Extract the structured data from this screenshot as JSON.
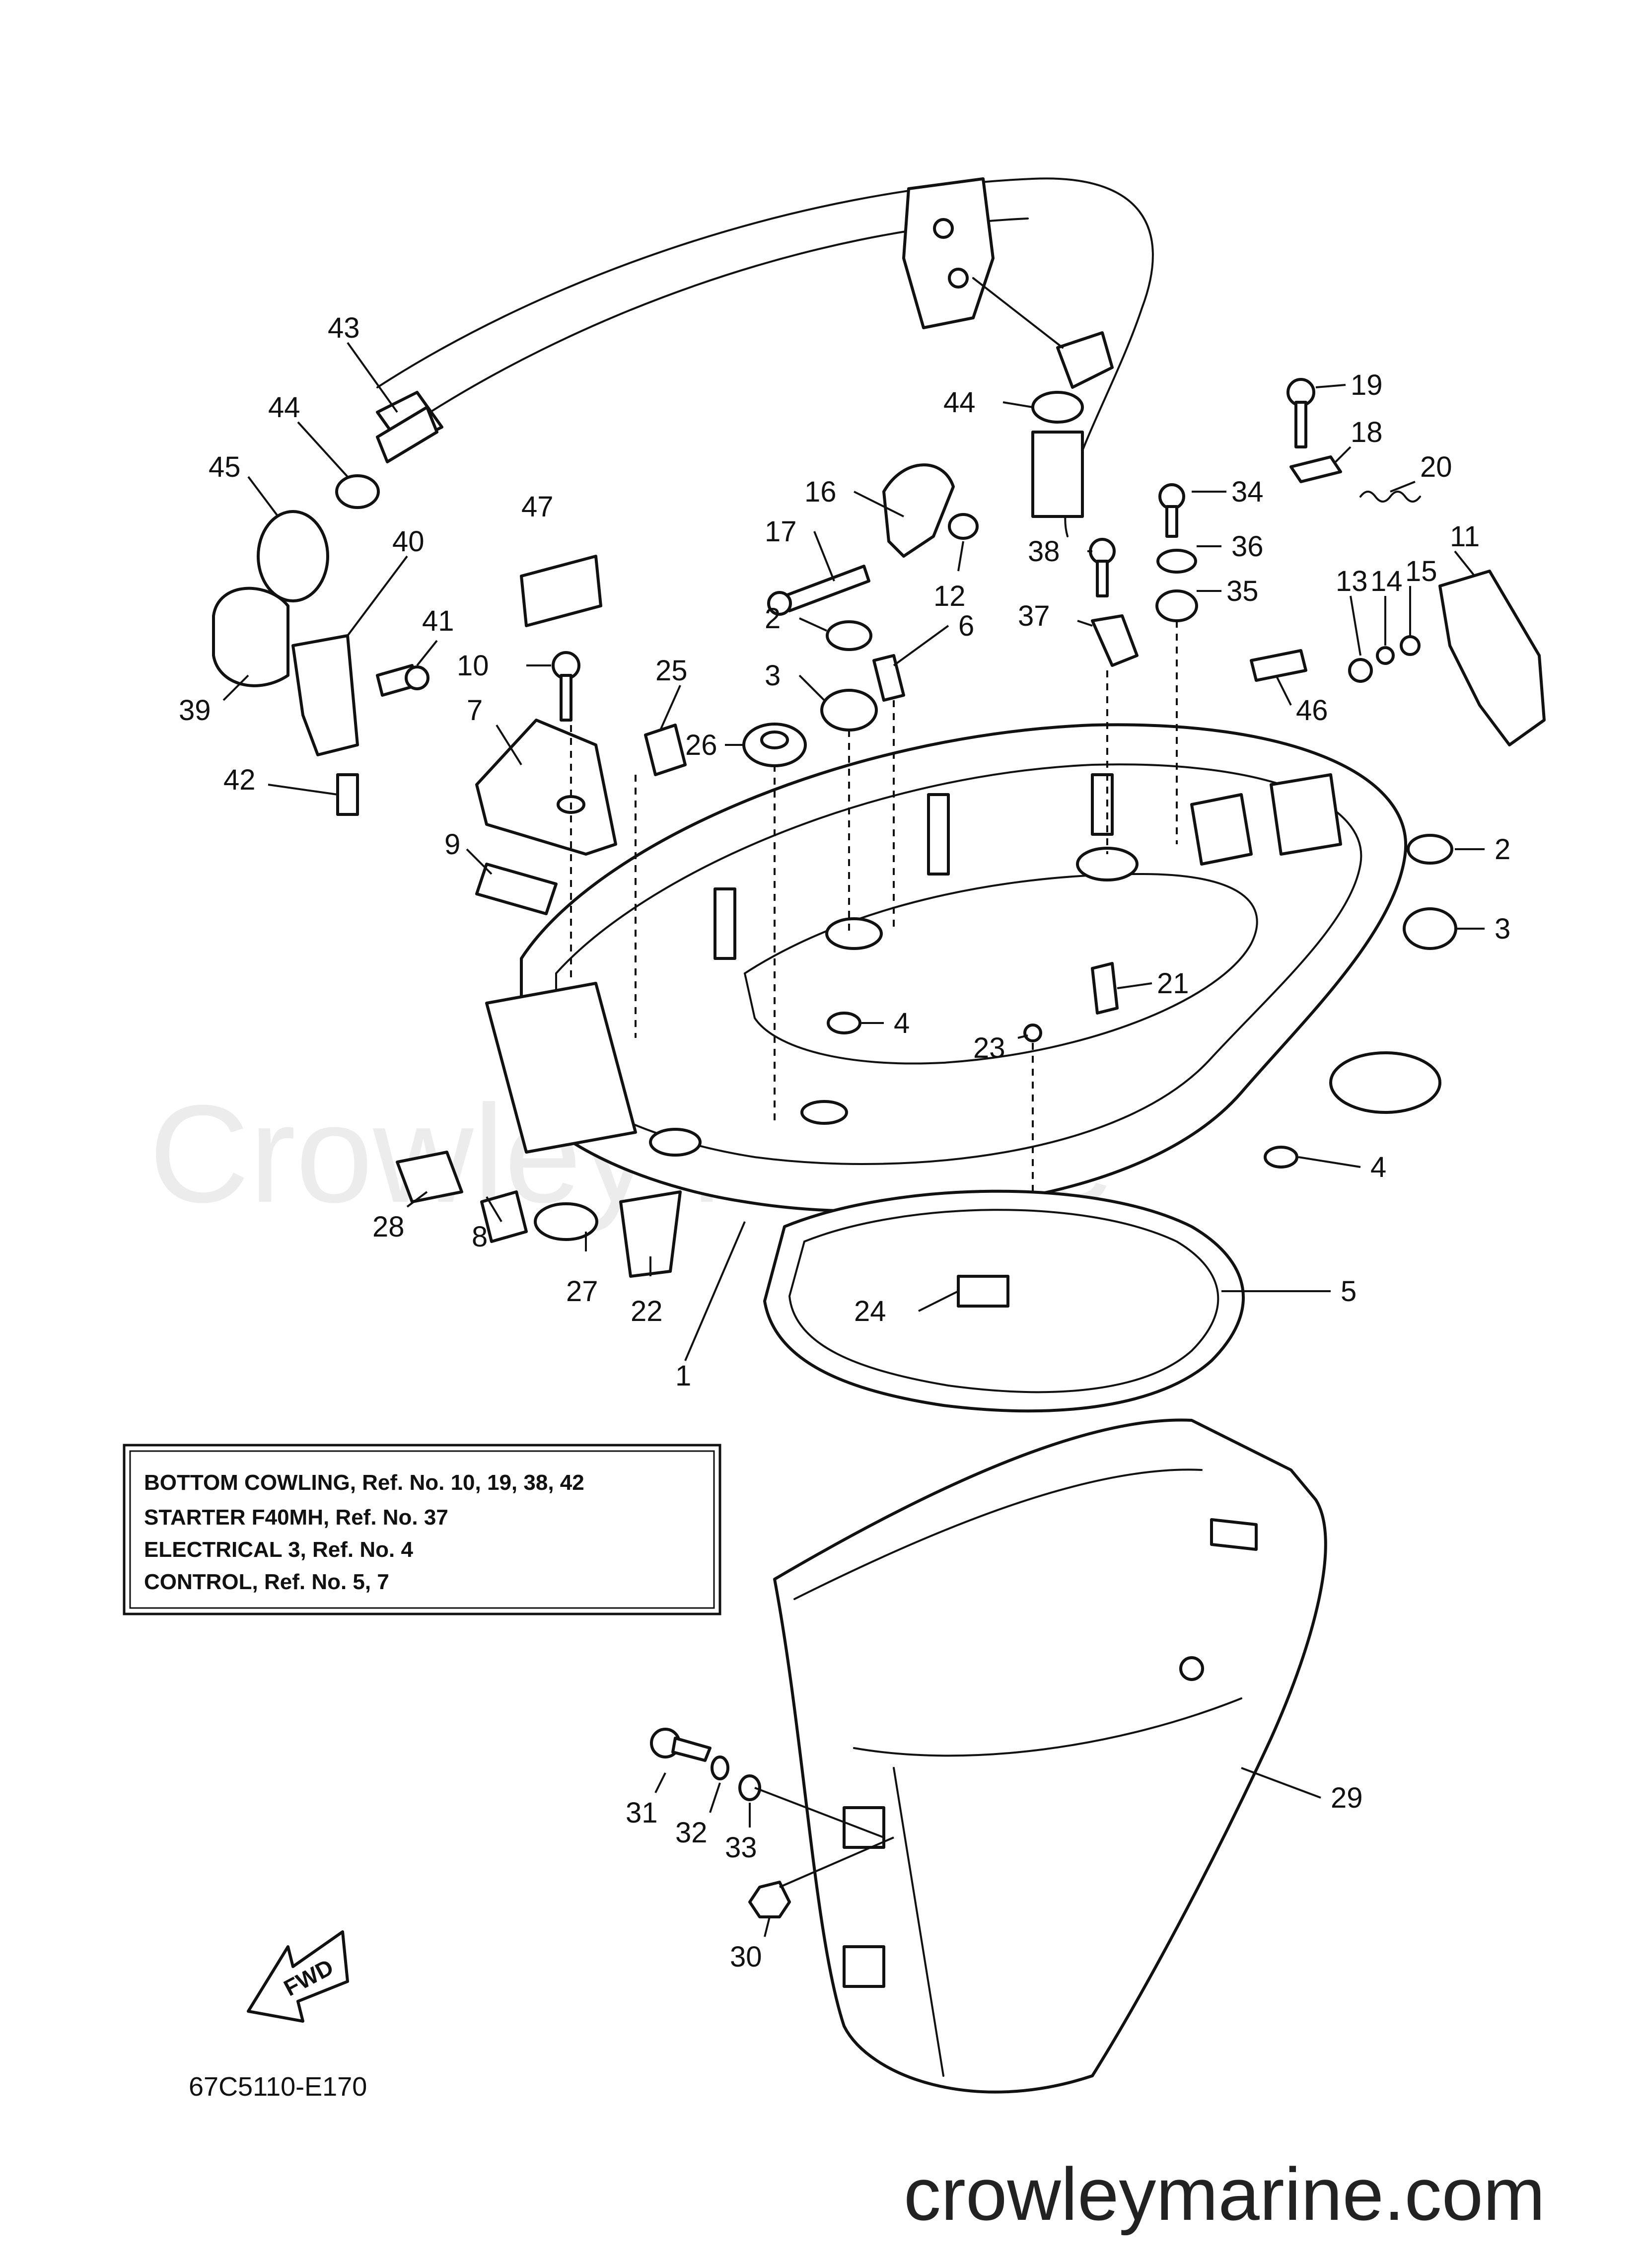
{
  "watermark": "Crowley Marine",
  "website": "crowleymarine.com",
  "diagram_code": "67C5110-E170",
  "fwd_label": "FWD",
  "reference_box": {
    "lines": [
      "BOTTOM COWLING,   Ref. No. 10, 19, 38, 42",
      "STARTER F40MH,   Ref. No. 37",
      "ELECTRICAL 3,   Ref. No. 4",
      "CONTROL,   Ref. No. 5, 7"
    ]
  },
  "callouts": [
    "1",
    "2",
    "2",
    "3",
    "3",
    "4",
    "4",
    "5",
    "6",
    "7",
    "8",
    "9",
    "10",
    "11",
    "12",
    "13",
    "14",
    "15",
    "16",
    "17",
    "18",
    "19",
    "20",
    "21",
    "22",
    "23",
    "24",
    "25",
    "26",
    "27",
    "28",
    "29",
    "30",
    "31",
    "32",
    "33",
    "34",
    "35",
    "36",
    "37",
    "38",
    "39",
    "40",
    "41",
    "42",
    "43",
    "44",
    "44",
    "45",
    "46",
    "47"
  ]
}
